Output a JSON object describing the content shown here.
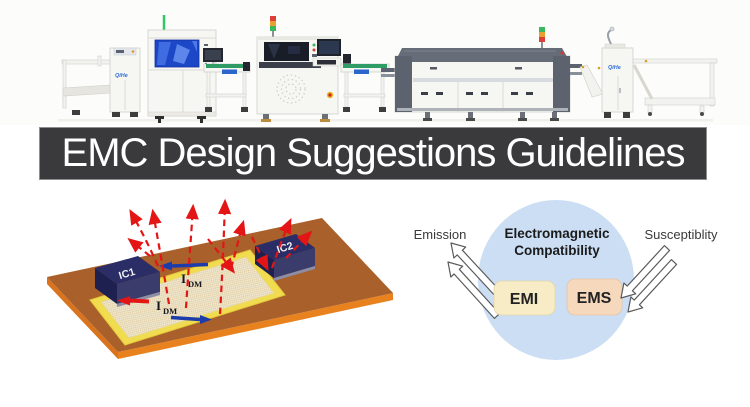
{
  "page": {
    "background": "#FFFFFF"
  },
  "banner": {
    "title": "EMC Design Suggestions Guidelines",
    "bg_color": "#3A3A3C",
    "text_color": "#FFFFFF"
  },
  "production_line": {
    "brand": "QiHe",
    "machines": [
      "board loader",
      "solder paste printer",
      "conveyor station",
      "pick and place machine",
      "link conveyor",
      "reflow oven",
      "board unloader"
    ]
  },
  "pcb_diagram": {
    "ic1_label": "IC1",
    "ic2_label": "IC2",
    "current_symbol": "I",
    "current_subscript": "DM",
    "colors": {
      "board": "#A9602A",
      "board_edge": "#E8821E",
      "trace_loop": "#F0DC4E",
      "chip": "#2B2D66",
      "current_arrow": "#1D3CAB",
      "emission_arrow": "#E31515"
    }
  },
  "emc_diagram": {
    "title_line1": "Electromagnetic",
    "title_line2": "Compatibility",
    "emi_label": "EMI",
    "ems_label": "EMS",
    "emission_label": "Emission",
    "susceptibility_label": "Susceptiblity",
    "colors": {
      "circle": "#CBDEF4",
      "emi_box": "#F7ECC6",
      "ems_box": "#F6D8BC"
    }
  }
}
